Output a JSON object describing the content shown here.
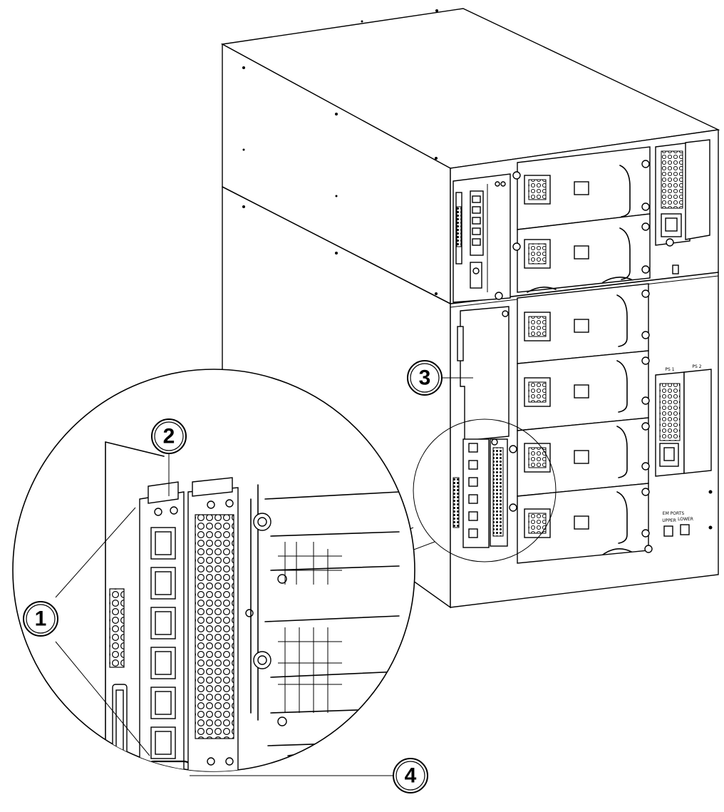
{
  "callouts": [
    {
      "id": "1",
      "label": "1"
    },
    {
      "id": "2",
      "label": "2"
    },
    {
      "id": "3",
      "label": "3"
    },
    {
      "id": "4",
      "label": "4"
    }
  ],
  "panel_labels": {
    "ps1": "PS 1",
    "ps2": "PS 2",
    "em_ports": "EM PORTS",
    "upper": "UPPER",
    "lower": "LOWER"
  }
}
